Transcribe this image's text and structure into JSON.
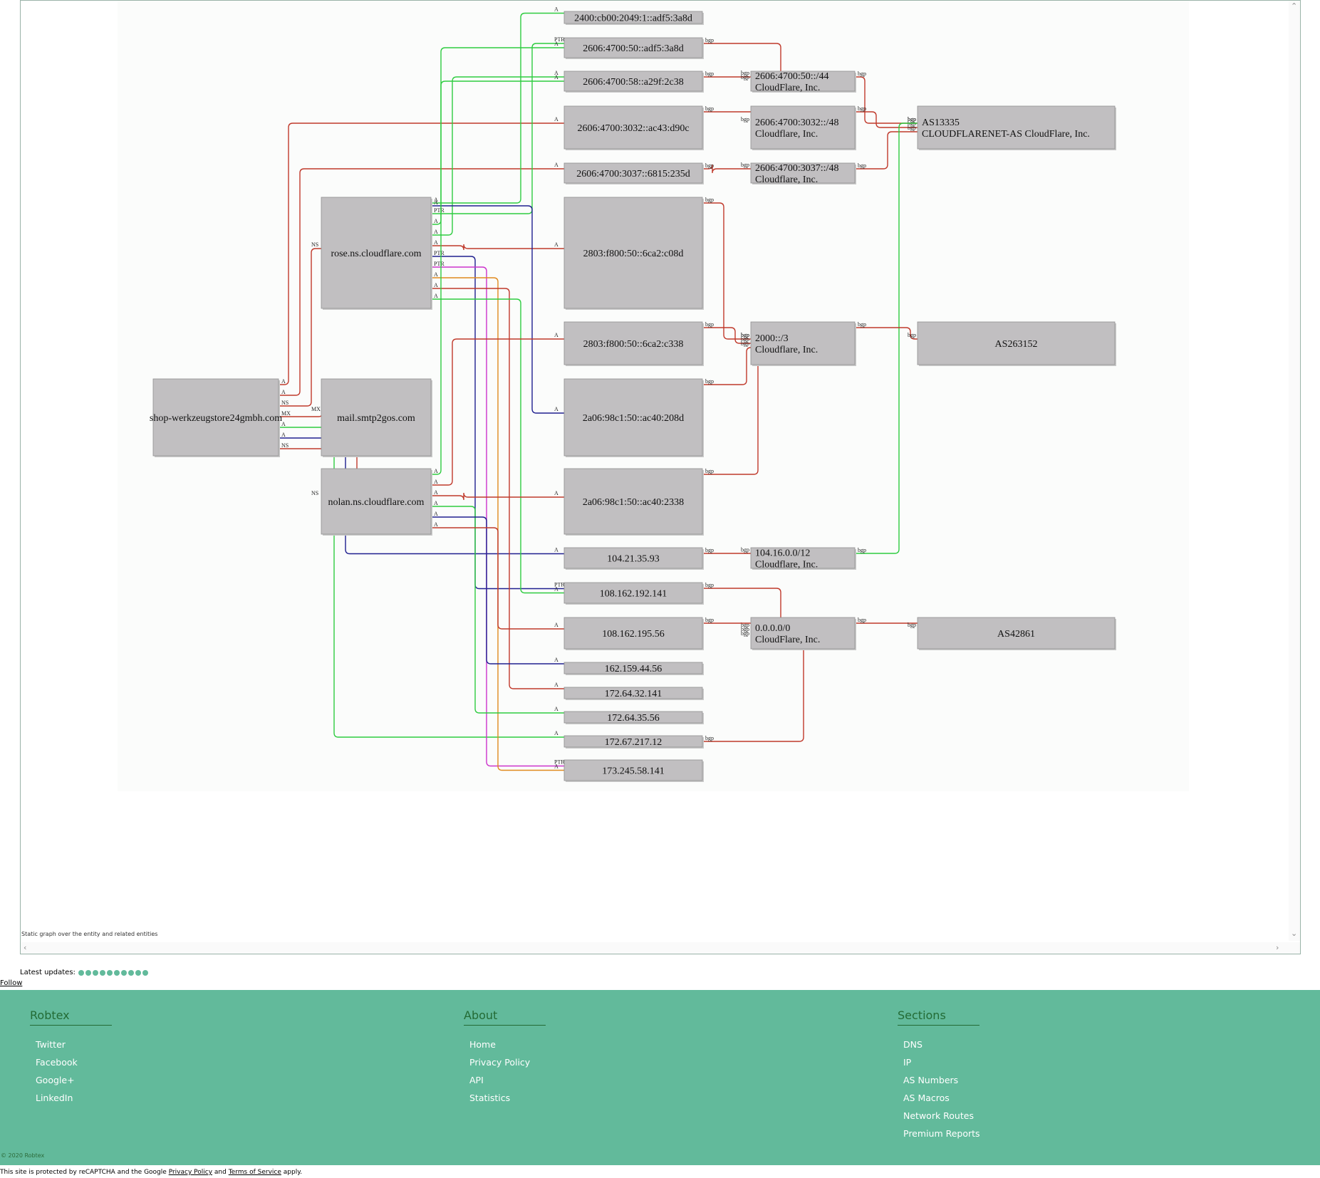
{
  "graph": {
    "caption": "Static graph over the entity and related entities",
    "nodes": [
      {
        "id": "domain",
        "name": "graph-node-domain",
        "lines": [
          "shop-werkzeugstore24gmbh.com"
        ]
      },
      {
        "id": "rose",
        "name": "graph-node-rose-ns",
        "lines": [
          "rose.ns.cloudflare.com"
        ]
      },
      {
        "id": "mail",
        "name": "graph-node-mail-smtp",
        "lines": [
          "mail.smtp2gos.com"
        ]
      },
      {
        "id": "nolan",
        "name": "graph-node-nolan-ns",
        "lines": [
          "nolan.ns.cloudflare.com"
        ]
      },
      {
        "id": "ip6a",
        "name": "graph-node-ip",
        "lines": [
          "2400:cb00:2049:1::adf5:3a8d"
        ]
      },
      {
        "id": "ip6b",
        "name": "graph-node-ip",
        "lines": [
          "2606:4700:50::adf5:3a8d"
        ]
      },
      {
        "id": "ip6c",
        "name": "graph-node-ip",
        "lines": [
          "2606:4700:58::a29f:2c38"
        ]
      },
      {
        "id": "ip6d",
        "name": "graph-node-ip",
        "lines": [
          "2606:4700:3032::ac43:d90c"
        ]
      },
      {
        "id": "ip6e",
        "name": "graph-node-ip",
        "lines": [
          "2606:4700:3037::6815:235d"
        ]
      },
      {
        "id": "ip6f",
        "name": "graph-node-ip",
        "lines": [
          "2803:f800:50::6ca2:c08d"
        ]
      },
      {
        "id": "ip6g",
        "name": "graph-node-ip",
        "lines": [
          "2803:f800:50::6ca2:c338"
        ]
      },
      {
        "id": "ip6h",
        "name": "graph-node-ip",
        "lines": [
          "2a06:98c1:50::ac40:208d"
        ]
      },
      {
        "id": "ip6i",
        "name": "graph-node-ip",
        "lines": [
          "2a06:98c1:50::ac40:2338"
        ]
      },
      {
        "id": "ip4a",
        "name": "graph-node-ip",
        "lines": [
          "104.21.35.93"
        ]
      },
      {
        "id": "ip4b",
        "name": "graph-node-ip",
        "lines": [
          "108.162.192.141"
        ]
      },
      {
        "id": "ip4c",
        "name": "graph-node-ip",
        "lines": [
          "108.162.195.56"
        ]
      },
      {
        "id": "ip4d",
        "name": "graph-node-ip",
        "lines": [
          "162.159.44.56"
        ]
      },
      {
        "id": "ip4e",
        "name": "graph-node-ip",
        "lines": [
          "172.64.32.141"
        ]
      },
      {
        "id": "ip4f",
        "name": "graph-node-ip",
        "lines": [
          "172.64.35.56"
        ]
      },
      {
        "id": "ip4g",
        "name": "graph-node-ip",
        "lines": [
          "172.67.217.12"
        ]
      },
      {
        "id": "ip4h",
        "name": "graph-node-ip",
        "lines": [
          "173.245.58.141"
        ]
      },
      {
        "id": "r1",
        "name": "graph-node-route",
        "lines": [
          "2606:4700:50::/44",
          "CloudFlare, Inc."
        ]
      },
      {
        "id": "r2",
        "name": "graph-node-route",
        "lines": [
          "2606:4700:3032::/48",
          "Cloudflare, Inc."
        ]
      },
      {
        "id": "r3",
        "name": "graph-node-route",
        "lines": [
          "2606:4700:3037::/48",
          "Cloudflare, Inc."
        ]
      },
      {
        "id": "r4",
        "name": "graph-node-route",
        "lines": [
          "2000::/3",
          "Cloudflare, Inc."
        ]
      },
      {
        "id": "r5",
        "name": "graph-node-route",
        "lines": [
          "104.16.0.0/12",
          "Cloudflare, Inc."
        ]
      },
      {
        "id": "r6",
        "name": "graph-node-route",
        "lines": [
          "0.0.0.0/0",
          "CloudFlare, Inc."
        ]
      },
      {
        "id": "as1",
        "name": "graph-node-asn",
        "lines": [
          "AS13335",
          "CLOUDFLARENET-AS CloudFlare, Inc."
        ]
      },
      {
        "id": "as2",
        "name": "graph-node-asn",
        "lines": [
          "AS263152"
        ]
      },
      {
        "id": "as3",
        "name": "graph-node-asn",
        "lines": [
          "AS42861"
        ]
      }
    ],
    "edges": [
      {
        "from": "domain",
        "to": "ip6d",
        "label": "A",
        "color": "#c0392b"
      },
      {
        "from": "domain",
        "to": "ip6e",
        "label": "A",
        "color": "#c0392b"
      },
      {
        "from": "domain",
        "to": "rose",
        "label": "NS",
        "color": "#c0392b"
      },
      {
        "from": "domain",
        "to": "mail",
        "label": "MX",
        "color": "#c0392b"
      },
      {
        "from": "domain",
        "to": "ip4g",
        "label": "A",
        "color": "#2ecc40"
      },
      {
        "from": "domain",
        "to": "ip4a",
        "label": "A",
        "color": "#1f1f8f"
      },
      {
        "from": "domain",
        "to": "nolan",
        "label": "NS",
        "color": "#c0392b"
      },
      {
        "from": "rose",
        "to": "ip6a",
        "label": "A",
        "color": "#2ecc40"
      },
      {
        "from": "rose",
        "to": "ip6b",
        "label": "PTR",
        "color": "#2ecc40"
      },
      {
        "from": "rose",
        "to": "ip6b",
        "label": "A",
        "color": "#2ecc40"
      },
      {
        "from": "rose",
        "to": "ip6c",
        "label": "A",
        "color": "#2ecc40"
      },
      {
        "from": "rose",
        "to": "ip6f",
        "label": "A",
        "color": "#c0392b"
      },
      {
        "from": "rose",
        "to": "ip4b",
        "label": "PTR",
        "color": "#1f1f8f"
      },
      {
        "from": "rose",
        "to": "ip4h",
        "label": "PTR",
        "color": "#cc33cc"
      },
      {
        "from": "rose",
        "to": "ip4h",
        "label": "A",
        "color": "#e08a1e"
      },
      {
        "from": "rose",
        "to": "ip4e",
        "label": "A",
        "color": "#c0392b"
      },
      {
        "from": "rose",
        "to": "ip4b",
        "label": "A",
        "color": "#2ecc40"
      },
      {
        "from": "rose",
        "to": "ip6h",
        "label": "A",
        "color": "#1f1f8f"
      },
      {
        "from": "nolan",
        "to": "ip6c",
        "label": "A",
        "color": "#2ecc40"
      },
      {
        "from": "nolan",
        "to": "ip6g",
        "label": "A",
        "color": "#c0392b"
      },
      {
        "from": "nolan",
        "to": "ip6i",
        "label": "A",
        "color": "#c0392b"
      },
      {
        "from": "nolan",
        "to": "ip4f",
        "label": "A",
        "color": "#2ecc40"
      },
      {
        "from": "nolan",
        "to": "ip4d",
        "label": "A",
        "color": "#1f1f8f"
      },
      {
        "from": "nolan",
        "to": "ip4c",
        "label": "A",
        "color": "#c0392b"
      },
      {
        "from": "ip6b",
        "to": "r1",
        "label": "bgp",
        "color": "#c0392b"
      },
      {
        "from": "ip6c",
        "to": "r1",
        "label": "bgp",
        "color": "#c0392b"
      },
      {
        "from": "ip6d",
        "to": "r2",
        "label": "bgp",
        "color": "#c0392b"
      },
      {
        "from": "ip6e",
        "to": "r3",
        "label": "bgp",
        "color": "#c0392b"
      },
      {
        "from": "ip6f",
        "to": "r4",
        "label": "bgp",
        "color": "#c0392b"
      },
      {
        "from": "ip6g",
        "to": "r4",
        "label": "bgp",
        "color": "#c0392b"
      },
      {
        "from": "ip6h",
        "to": "r4",
        "label": "bgp",
        "color": "#c0392b"
      },
      {
        "from": "ip6i",
        "to": "r4",
        "label": "bgp",
        "color": "#c0392b"
      },
      {
        "from": "ip4a",
        "to": "r5",
        "label": "bgp",
        "color": "#c0392b"
      },
      {
        "from": "ip4b",
        "to": "r6",
        "label": "bgp",
        "color": "#c0392b"
      },
      {
        "from": "ip4c",
        "to": "r6",
        "label": "bgp",
        "color": "#c0392b"
      },
      {
        "from": "ip4g",
        "to": "r6",
        "label": "bgp",
        "color": "#c0392b"
      },
      {
        "from": "r1",
        "to": "as1",
        "label": "bgp",
        "color": "#c0392b"
      },
      {
        "from": "r2",
        "to": "as1",
        "label": "bgp",
        "color": "#c0392b"
      },
      {
        "from": "r3",
        "to": "as1",
        "label": "bgp",
        "color": "#c0392b"
      },
      {
        "from": "r5",
        "to": "as1",
        "label": "bgp",
        "color": "#2ecc40"
      },
      {
        "from": "r4",
        "to": "as2",
        "label": "bgp",
        "color": "#c0392b"
      },
      {
        "from": "r6",
        "to": "as3",
        "label": "bgp",
        "color": "#c0392b"
      }
    ]
  },
  "updates": {
    "label": "Latest updates:",
    "count": 10,
    "dot_color": "#62ba9b"
  },
  "follow_label": "Follow",
  "footer": {
    "background": "#62ba9b",
    "columns": [
      {
        "title": "Robtex",
        "items": [
          "Twitter",
          "Facebook",
          "Google+",
          "LinkedIn"
        ]
      },
      {
        "title": "About",
        "items": [
          "Home",
          "Privacy Policy",
          "API",
          "Statistics"
        ]
      },
      {
        "title": "Sections",
        "items": [
          "DNS",
          "IP",
          "AS Numbers",
          "AS Macros",
          "Network Routes",
          "Premium Reports"
        ]
      }
    ],
    "copyright": "© 2020 Robtex"
  },
  "recaptcha": {
    "prefix": "This site is protected by reCAPTCHA and the Google",
    "privacy": "Privacy Policy",
    "and": "and",
    "terms": "Terms of Service",
    "suffix": "apply."
  }
}
